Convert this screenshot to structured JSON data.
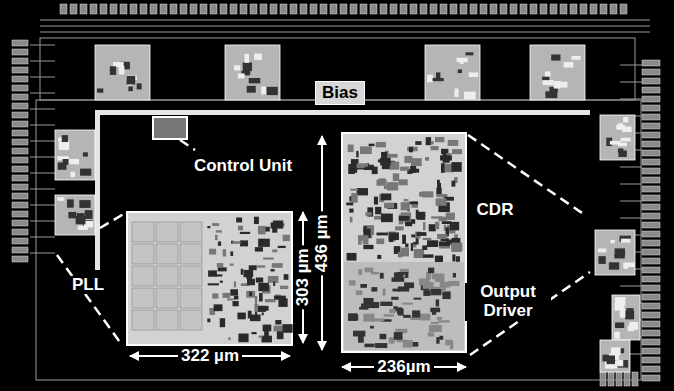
{
  "diagram": {
    "nodes": [
      {
        "text": [
          "Bias"
        ]
      }
    ],
    "labels": [
      "Control Unit",
      "PLL",
      "303 µm",
      "436 µm",
      "CDR",
      "Output Driver",
      "322 µm",
      "236µm"
    ]
  }
}
